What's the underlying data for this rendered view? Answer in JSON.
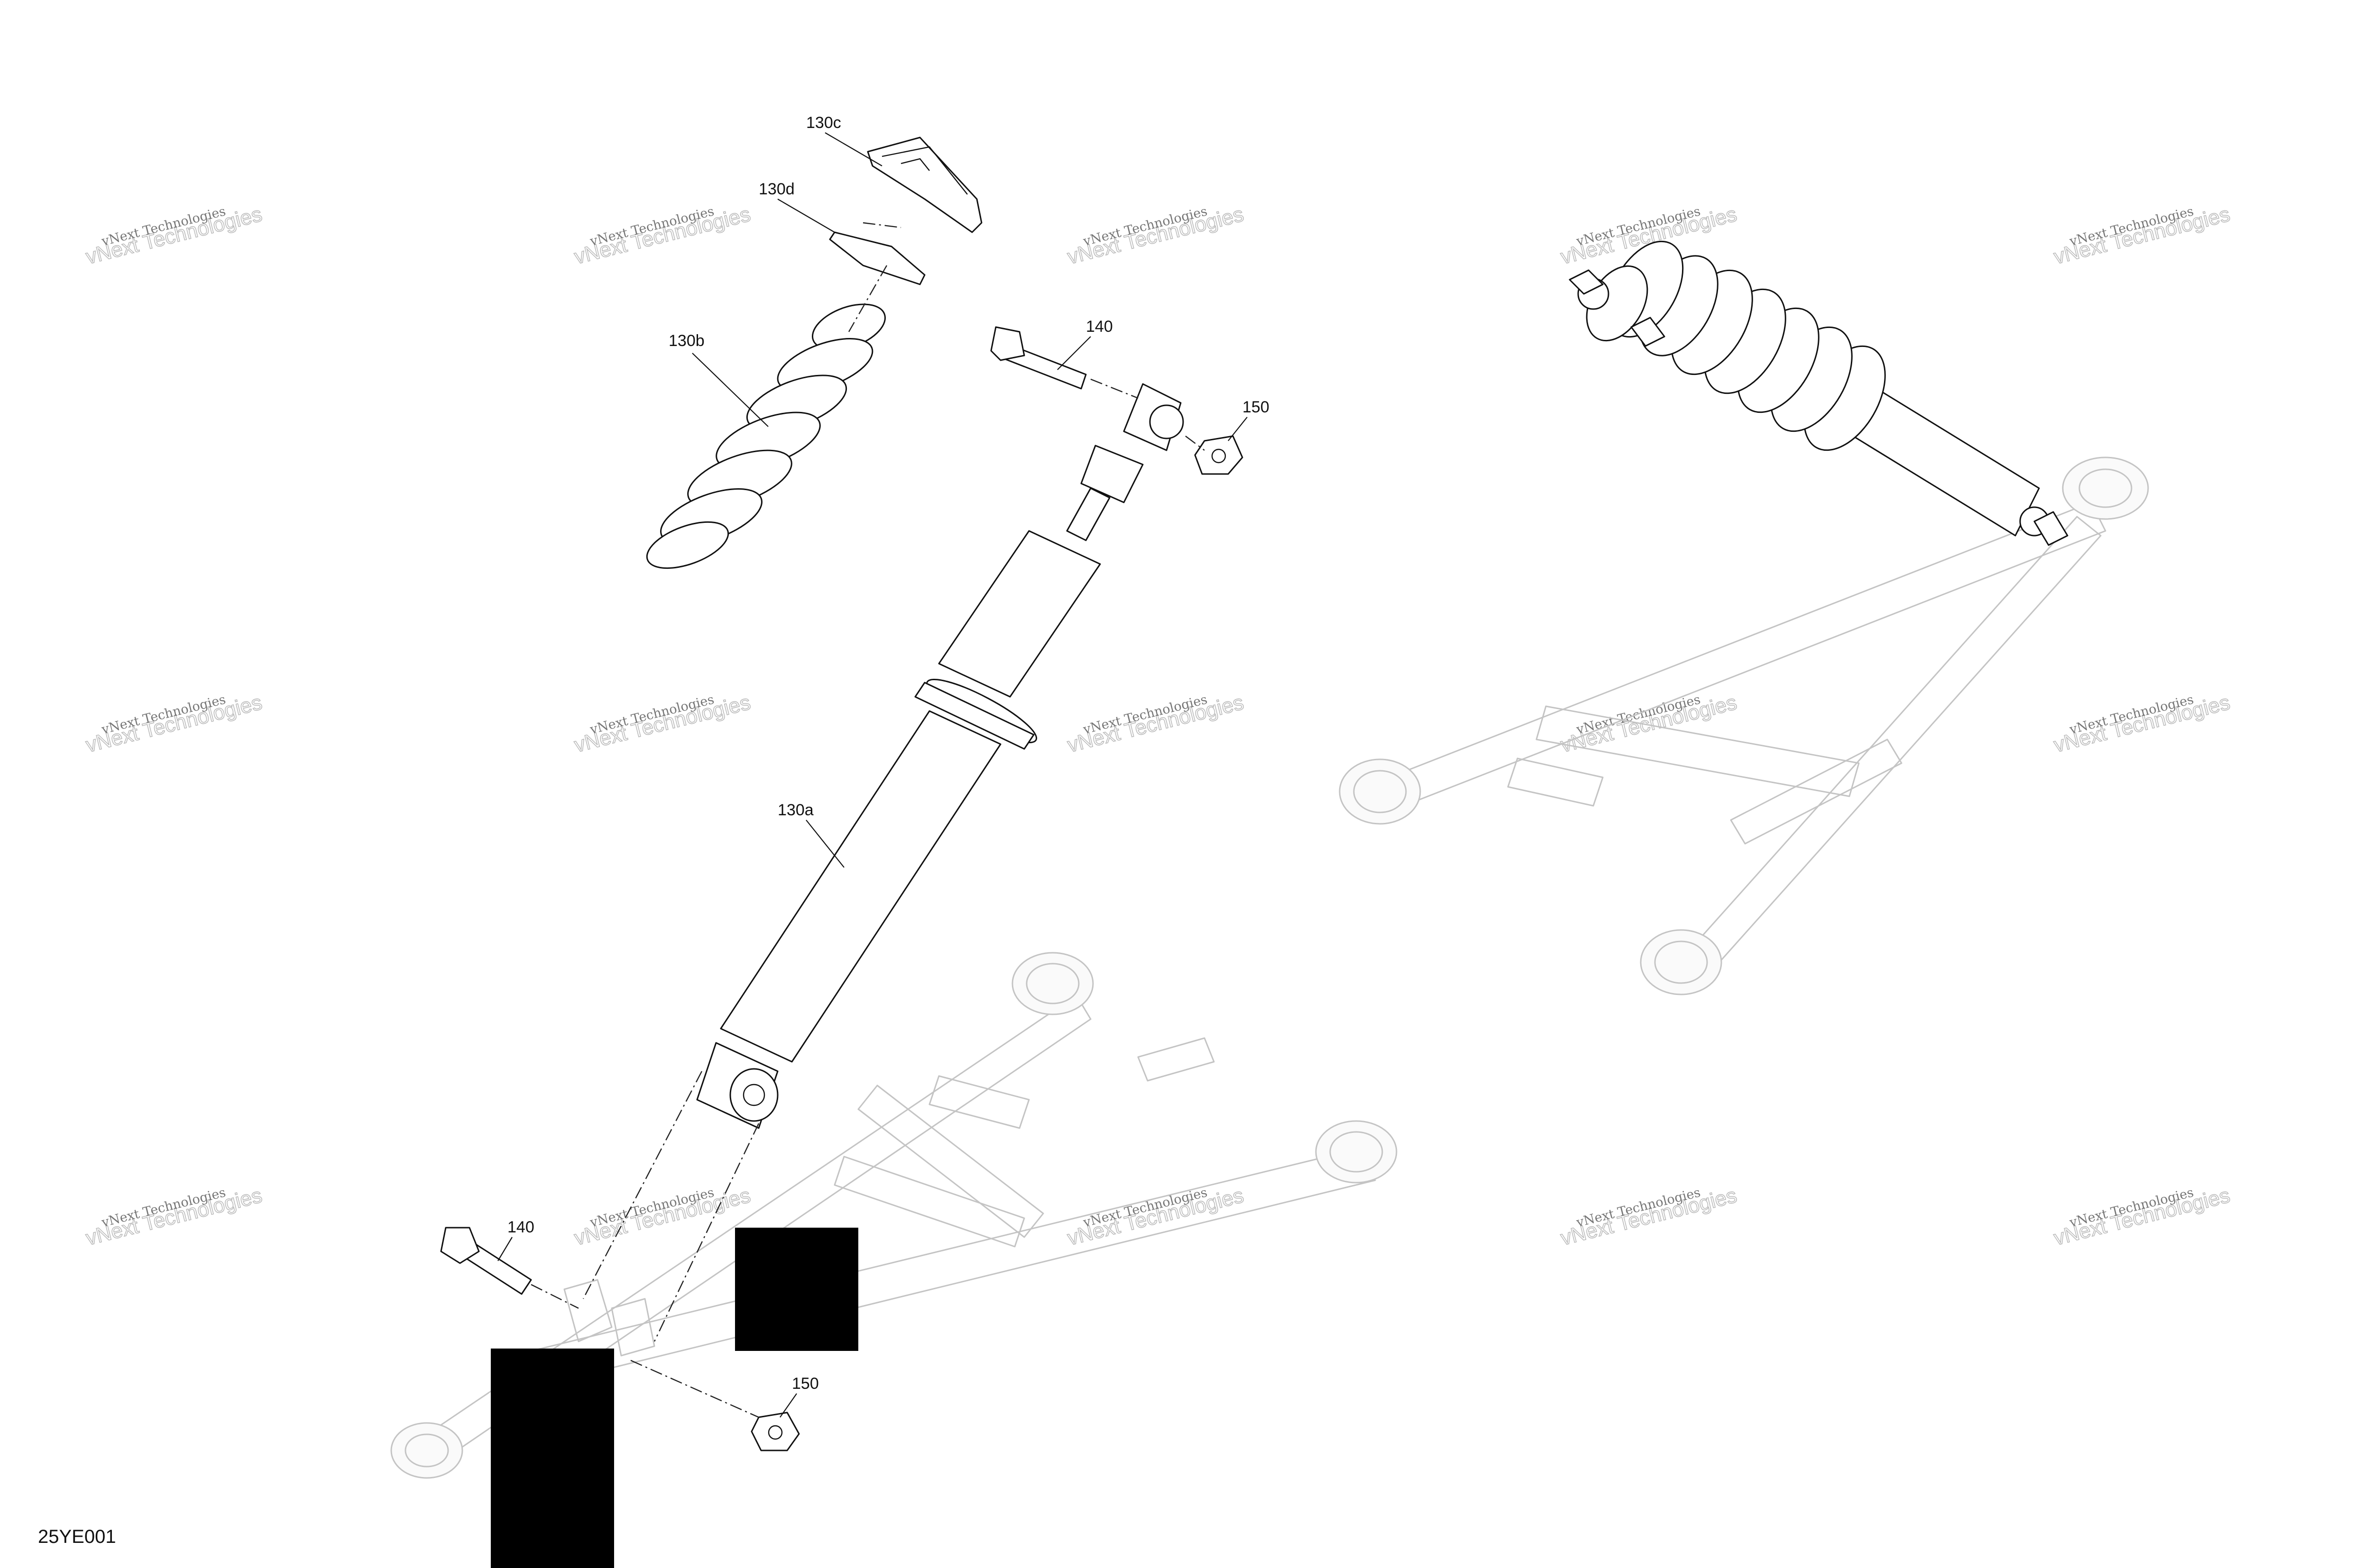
{
  "diagram": {
    "figure_id": "25YE001",
    "callouts": {
      "c130c": "130c",
      "c130d": "130d",
      "c130b": "130b",
      "c130a": "130a",
      "c140_top": "140",
      "c150_top": "150",
      "c140_bottom": "140",
      "c150_bottom": "150"
    },
    "watermark": {
      "line1": "vNext Technologies",
      "line2": "vNext Technologies"
    }
  }
}
